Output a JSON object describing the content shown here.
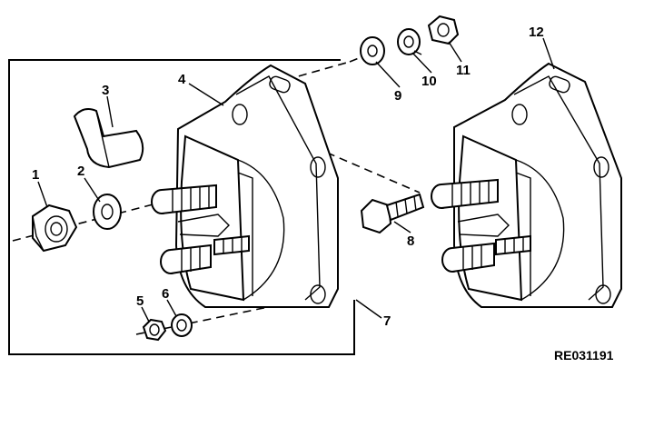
{
  "diagram": {
    "callouts": {
      "c1": "1",
      "c2": "2",
      "c3": "3",
      "c4": "4",
      "c5": "5",
      "c6": "6",
      "c7": "7",
      "c8": "8",
      "c9": "9",
      "c10": "10",
      "c11": "11",
      "c12": "12"
    },
    "reference_code": "RE031191"
  }
}
